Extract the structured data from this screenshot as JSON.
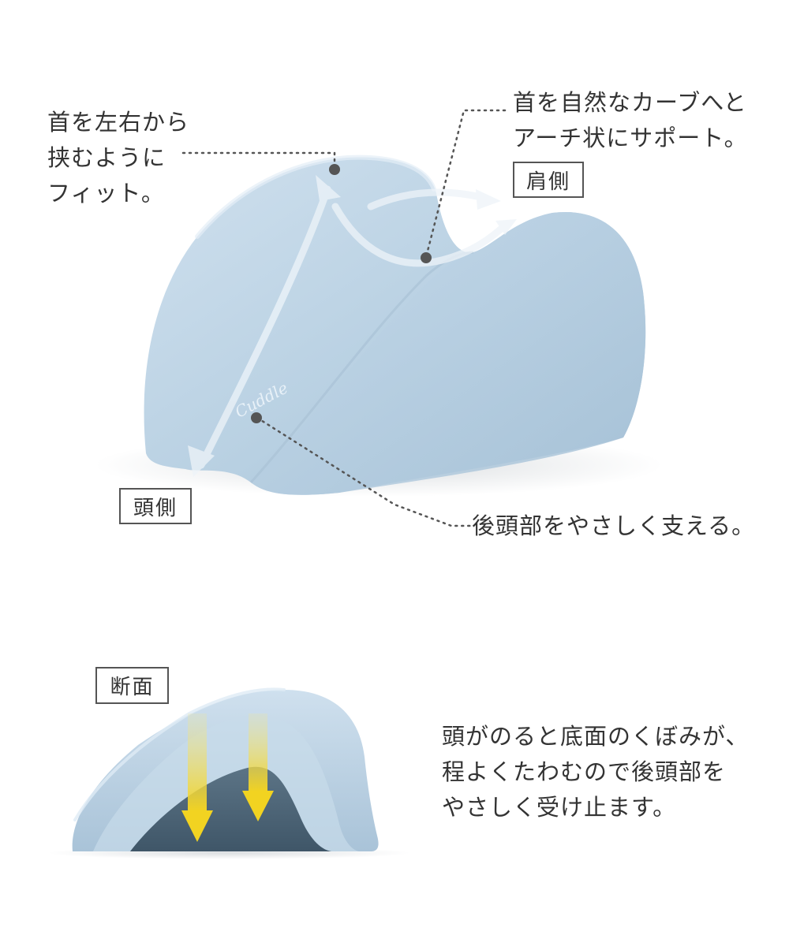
{
  "callouts": {
    "neck_sides": [
      "首を左右から",
      "挟むように",
      "フィット。"
    ],
    "neck_curve": [
      "首を自然なカーブへと",
      "アーチ状にサポート。"
    ],
    "back_of_head": [
      "後頭部をやさしく支える。"
    ],
    "cross_section": [
      "頭がのると底面のくぼみが、",
      "程よくたわむので後頭部を",
      "やさしく受け止ます。"
    ]
  },
  "labels": {
    "shoulder_side": "肩側",
    "head_side": "頭側",
    "cross_section": "断面"
  },
  "logo_text": "Cuddle",
  "colors": {
    "pillow": "#b8d0e2",
    "pillow_shadow": "#98b6cc",
    "pillow_highlight": "#d6e5f1",
    "hollow": "#4a6375",
    "arrow_yellow": "#f2d321",
    "text": "#333333",
    "dot": "#555555"
  }
}
